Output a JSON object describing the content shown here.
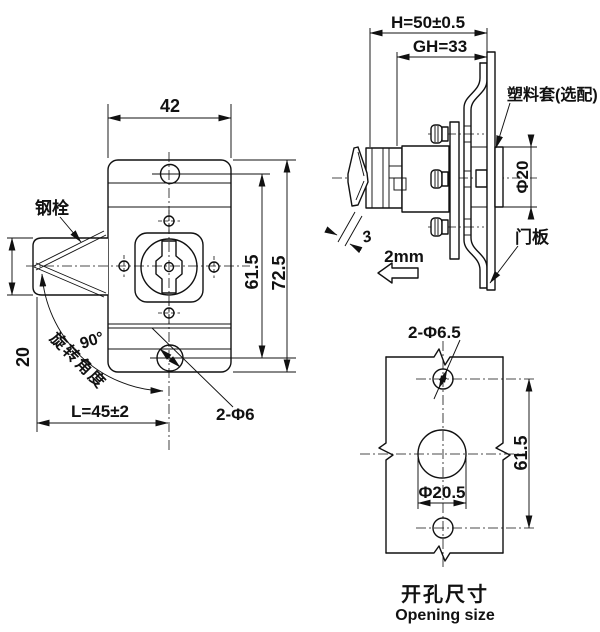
{
  "colors": {
    "ink": "#111111",
    "background": "#ffffff"
  },
  "front_view": {
    "width_dim": "42",
    "hole_span_dim": "61.5",
    "height_dim": "72.5",
    "latch_height_dim": "20",
    "steel_bolt_label": "钢栓",
    "rotation_angle_value": "90°",
    "rotation_angle_label": "旋转角度",
    "install_length_dim": "L=45±2",
    "mount_holes_label": "2-Φ6"
  },
  "side_view": {
    "total_depth_dim": "H=50±0.5",
    "grip_depth_dim": "GH=33",
    "plastic_sleeve_label": "塑料套(选配)",
    "cylinder_diameter_dim": "Φ20",
    "door_panel_label": "门板",
    "wing_thickness_dim": "3",
    "travel_label": "2mm"
  },
  "opening_view": {
    "mount_holes_label": "2-Φ6.5",
    "hole_span_dim": "61.5",
    "center_hole_diameter_dim": "Φ20.5",
    "caption_zh": "开孔尺寸",
    "caption_en": "Opening size"
  }
}
